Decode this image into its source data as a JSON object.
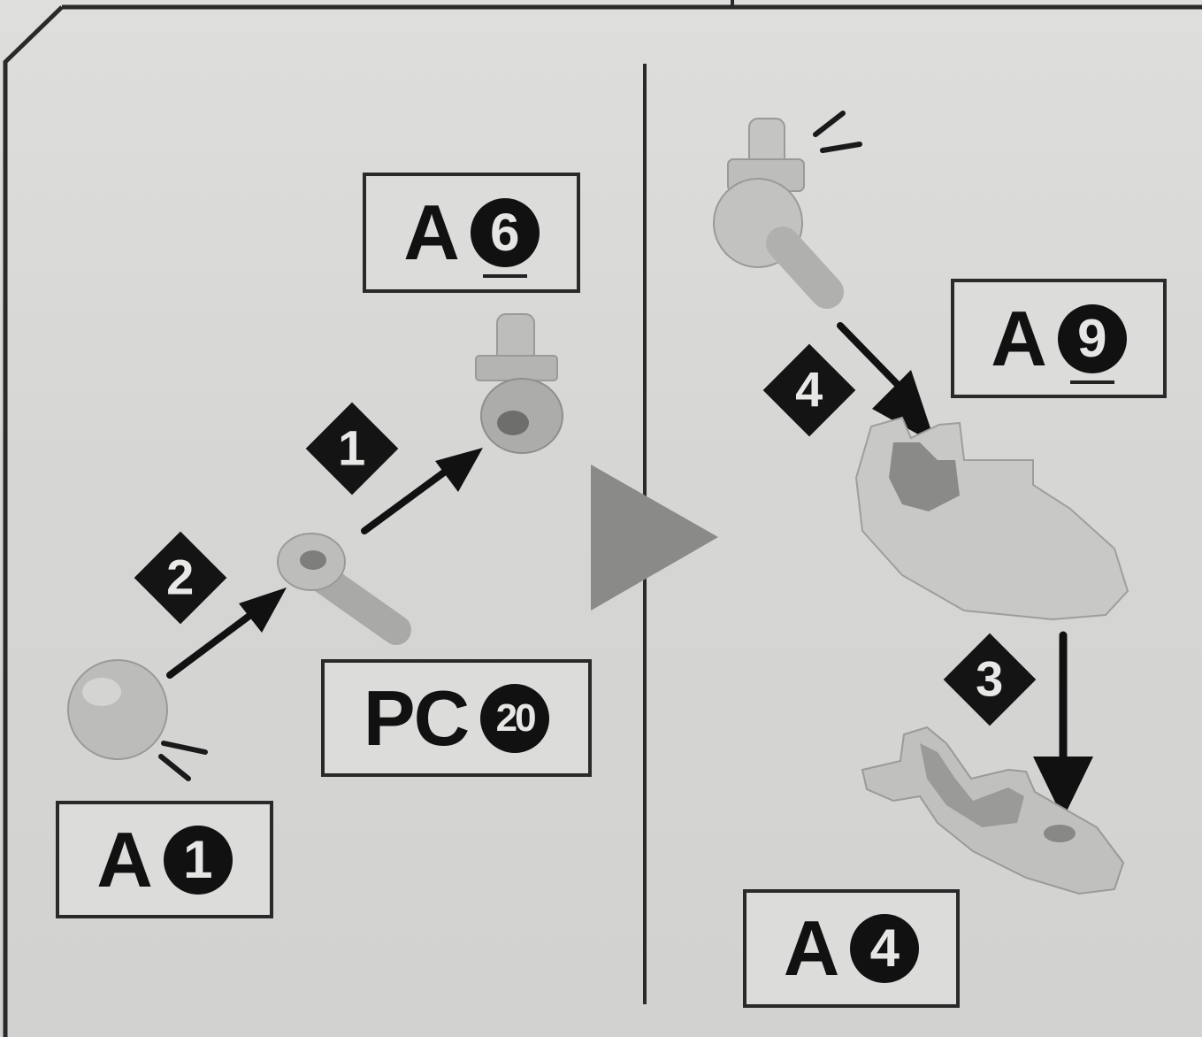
{
  "labels": {
    "a6": {
      "letter": "A",
      "num": "6"
    },
    "a9": {
      "letter": "A",
      "num": "9"
    },
    "pc20": {
      "letter": "PC",
      "num": "20"
    },
    "a1": {
      "letter": "A",
      "num": "1"
    },
    "a4": {
      "letter": "A",
      "num": "4"
    }
  },
  "steps": {
    "s1": "1",
    "s2": "2",
    "s3": "3",
    "s4": "4"
  },
  "colors": {
    "ink": "#111111",
    "part": "#bdbdbb",
    "paper": "#d8d8d6",
    "arrow_gray": "#8a8a88"
  }
}
